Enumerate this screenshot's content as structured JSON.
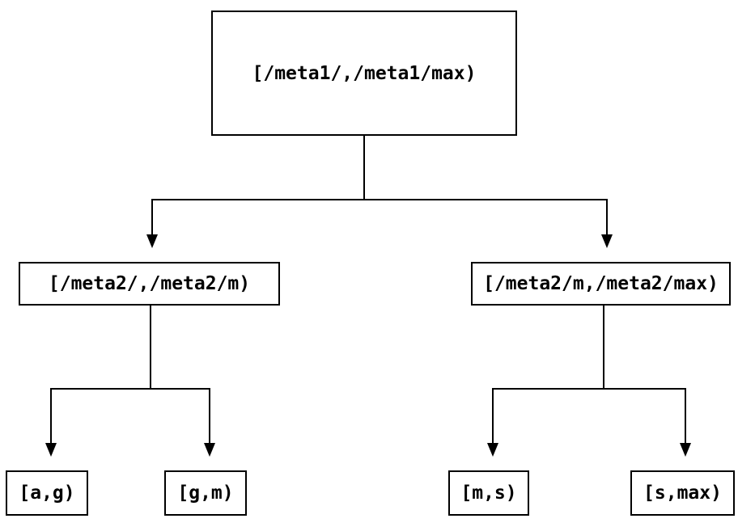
{
  "diagram": {
    "type": "tree",
    "colors": {
      "line": "#000000",
      "background": "#ffffff",
      "text": "#000000"
    },
    "tree": {
      "root": {
        "label": "[/meta1/,/meta1/max)",
        "children": [
          {
            "label": "[/meta2/,/meta2/m)",
            "children": [
              {
                "label": "[a,g)"
              },
              {
                "label": "[g,m)"
              }
            ]
          },
          {
            "label": "[/meta2/m,/meta2/max)",
            "children": [
              {
                "label": "[m,s)"
              },
              {
                "label": "[s,max)"
              }
            ]
          }
        ]
      }
    }
  }
}
